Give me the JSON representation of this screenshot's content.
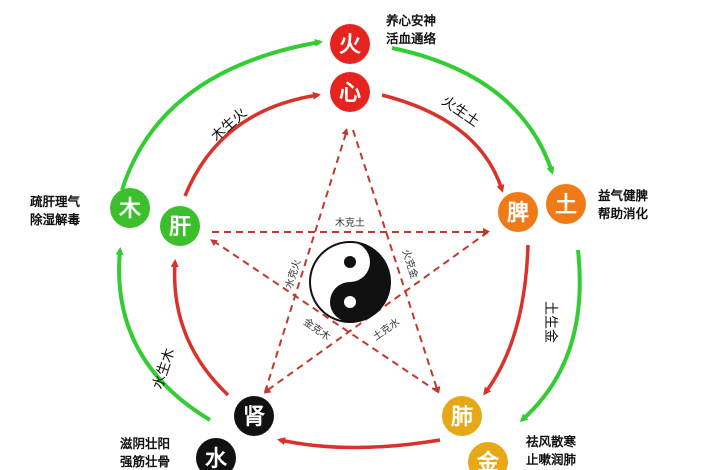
{
  "elements": {
    "fire": {
      "element": "火",
      "organ": "心",
      "desc": [
        "养心安神",
        "活血通络"
      ],
      "color": "#e5231f"
    },
    "earth": {
      "element": "土",
      "organ": "脾",
      "desc": [
        "益气健脾",
        "帮助消化"
      ],
      "color": "#f07a17"
    },
    "metal": {
      "element": "金",
      "organ": "肺",
      "desc": [
        "祛风散寒",
        "止嗽润肺"
      ],
      "color": "#e6a817"
    },
    "water": {
      "element": "水",
      "organ": "肾",
      "desc": [
        "滋阴壮阳",
        "强筋壮骨"
      ],
      "color": "#111111"
    },
    "wood": {
      "element": "木",
      "organ": "肝",
      "desc": [
        "疏肝理气",
        "除湿解毒"
      ],
      "color": "#3cbf2c"
    }
  },
  "generating": {
    "wood_fire": "木生火",
    "fire_earth": "火生土",
    "earth_metal": "土生金",
    "water_wood": "水生木"
  },
  "controlling": {
    "wood_earth": "木克土",
    "water_fire": "水克火",
    "fire_metal": "火克金",
    "metal_wood": "金克木",
    "earth_water": "土克水"
  },
  "colors": {
    "outer_arrow": "#33cc33",
    "inner_arrow": "#d8322b",
    "star_line": "#c0392b"
  }
}
